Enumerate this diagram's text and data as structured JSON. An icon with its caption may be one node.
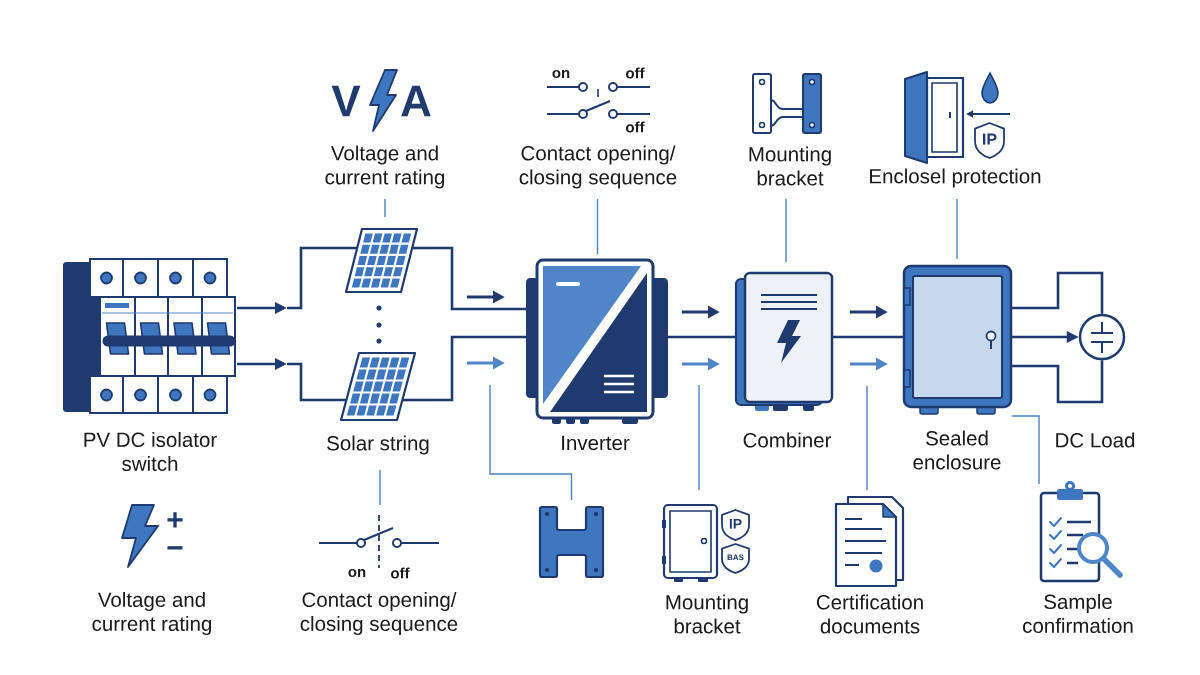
{
  "diagram": {
    "nodes": [
      {
        "text": [
          "V",
          "A",
          "Voltage and current rating"
        ]
      },
      {
        "text": [
          "on",
          "off",
          "off",
          "Contact opening/ closing sequence"
        ]
      },
      {
        "text": [
          "Mounting bracket"
        ]
      },
      {
        "text": [
          "IP",
          "Enclosel protection"
        ]
      },
      {
        "text": [
          "PV DC isolator switch"
        ]
      },
      {
        "text": [
          "Solar string"
        ]
      },
      {
        "text": [
          "Inverter"
        ]
      },
      {
        "text": [
          "Combiner"
        ]
      },
      {
        "text": [
          "Sealed enclosure"
        ]
      },
      {
        "text": [],
        "shape": "circle"
      },
      {
        "text": [
          "+",
          "−",
          "Voltage and current rating"
        ]
      },
      {
        "text": [
          "on",
          "off",
          "Contact opening/ closing sequence"
        ]
      },
      {
        "text": [],
        "shape": "picture"
      },
      {
        "text": [
          "IP",
          "BAS",
          "Mounting bracket"
        ]
      },
      {
        "text": [
          "Certification documents"
        ]
      },
      {
        "text": [
          "Sample confirmation"
        ]
      }
    ],
    "edges": [
      {
        "from": 4,
        "to": 5,
        "arrow": "to"
      },
      {
        "from": 4,
        "to": 5,
        "arrow": "to"
      },
      {
        "from": 5,
        "to": 6,
        "arrow": "none"
      },
      {
        "from": 5,
        "to": 6,
        "arrow": "none"
      },
      {
        "from": 6,
        "to": 7,
        "arrow": "none"
      },
      {
        "from": 7,
        "to": 8,
        "arrow": "none"
      },
      {
        "from": 8,
        "to": 9,
        "arrow": "none"
      },
      {
        "from": 8,
        "to": 9,
        "arrow": "to"
      },
      {
        "from": 8,
        "to": 9,
        "arrow": "none"
      },
      {
        "from": 0,
        "to": 5,
        "arrow": "none",
        "color": "#4a82c4"
      },
      {
        "from": 1,
        "to": 6,
        "arrow": "none",
        "color": "#4a82c4"
      },
      {
        "from": 2,
        "to": 7,
        "arrow": "none",
        "color": "#4a82c4"
      },
      {
        "from": 3,
        "to": 8,
        "arrow": "none",
        "color": "#4a82c4"
      },
      {
        "from": 11,
        "to": 5,
        "arrow": "none",
        "color": "#4a82c4"
      },
      {
        "from": 12,
        "to": null,
        "arrow": "none",
        "color": "#4a82c4"
      },
      {
        "from": 13,
        "to": null,
        "arrow": "none",
        "color": "#4a82c4"
      },
      {
        "from": 14,
        "to": null,
        "arrow": "none",
        "color": "#4a82c4"
      },
      {
        "from": 15,
        "to": 8,
        "arrow": "none",
        "color": "#4a82c4"
      }
    ],
    "labels": [
      "DC Load"
    ]
  }
}
